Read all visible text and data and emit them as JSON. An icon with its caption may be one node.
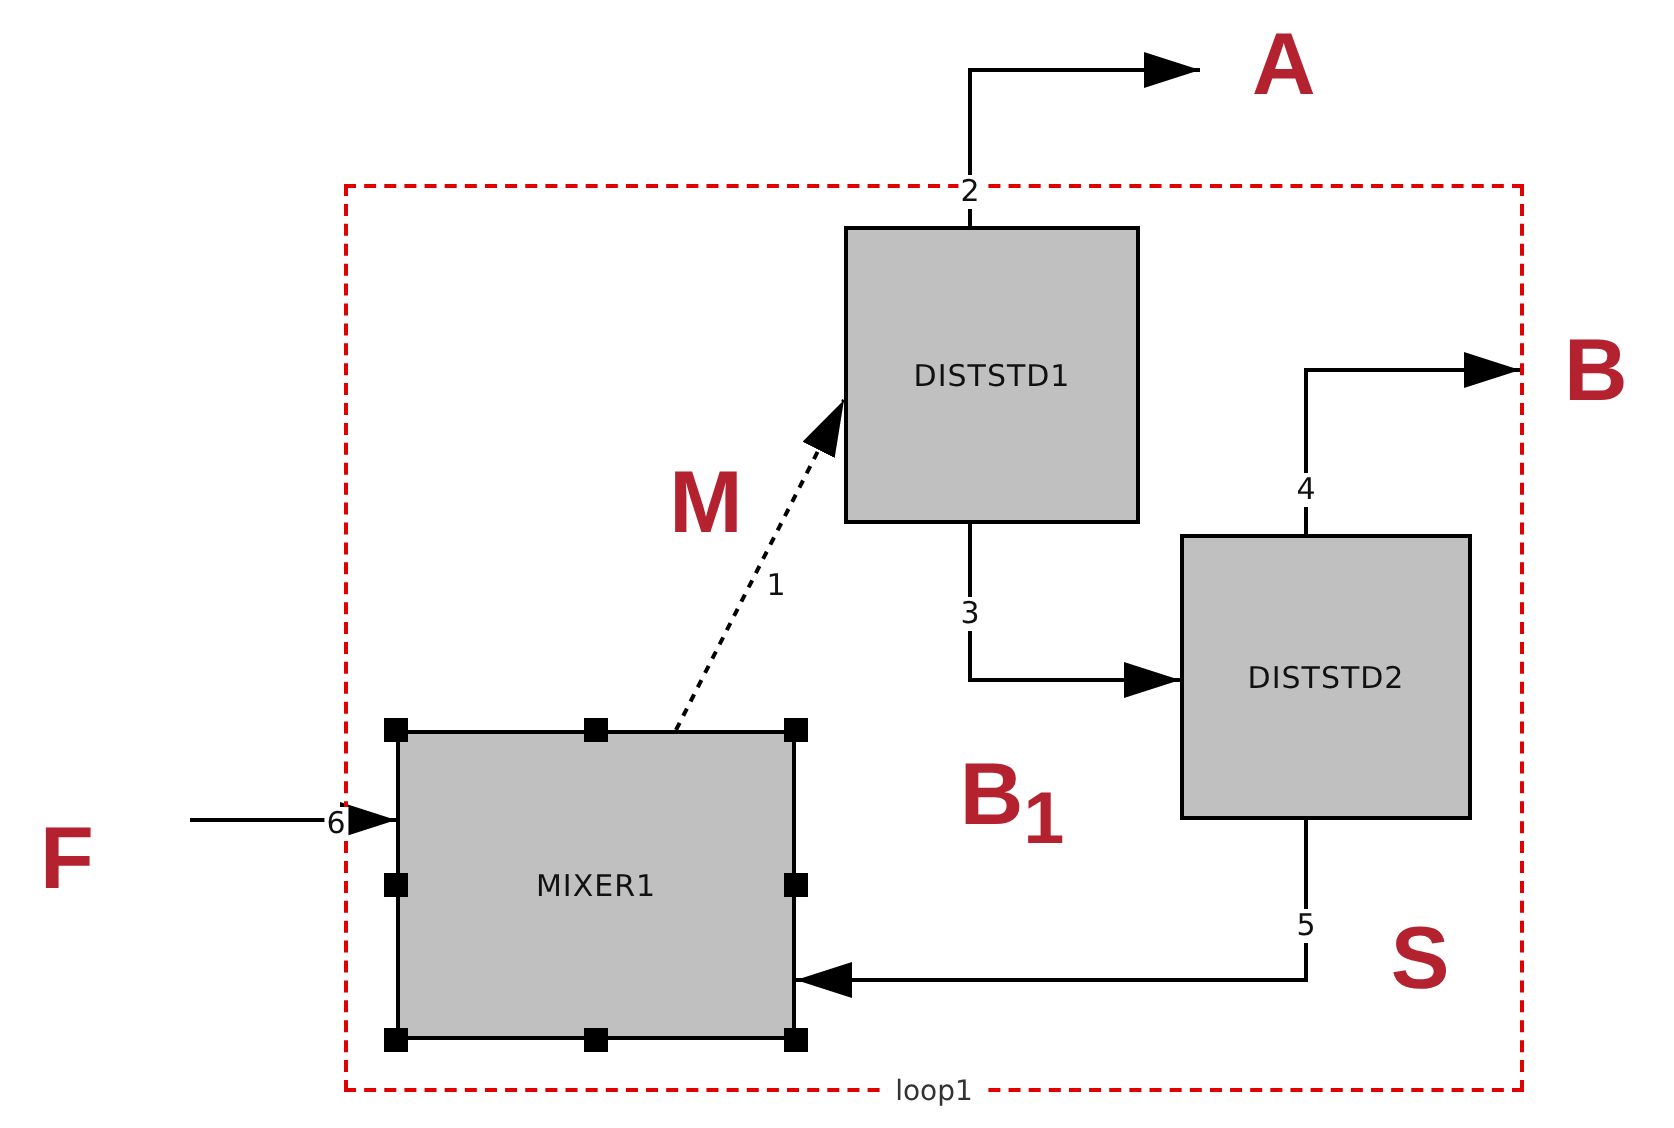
{
  "diagram": {
    "nodes": [
      {
        "text": [
          "loop1"
        ]
      },
      {
        "text": [
          "DISTSTD1"
        ],
        "in": 0
      },
      {
        "text": [
          "DISTSTD2"
        ],
        "in": 0
      },
      {
        "text": [
          "MIXER1"
        ],
        "in": 0
      },
      {
        "text": [
          "A"
        ]
      },
      {
        "text": [
          "B"
        ]
      },
      {
        "text": [
          "F"
        ]
      }
    ],
    "edges": [
      {
        "from": 6,
        "to": 3,
        "arrow": "to",
        "label": "6"
      },
      {
        "from": 3,
        "to": 1,
        "arrow": "to",
        "label": "1",
        "style": "dashed"
      },
      {
        "from": 1,
        "to": 4,
        "arrow": "to",
        "label": "2"
      },
      {
        "from": 1,
        "to": 2,
        "arrow": "to",
        "label": "3"
      },
      {
        "from": 2,
        "to": 5,
        "arrow": "to",
        "label": "4"
      },
      {
        "from": 2,
        "to": 3,
        "arrow": "to",
        "label": "5"
      }
    ],
    "labels": [
      "M",
      "B$_{1}$",
      "S"
    ]
  }
}
